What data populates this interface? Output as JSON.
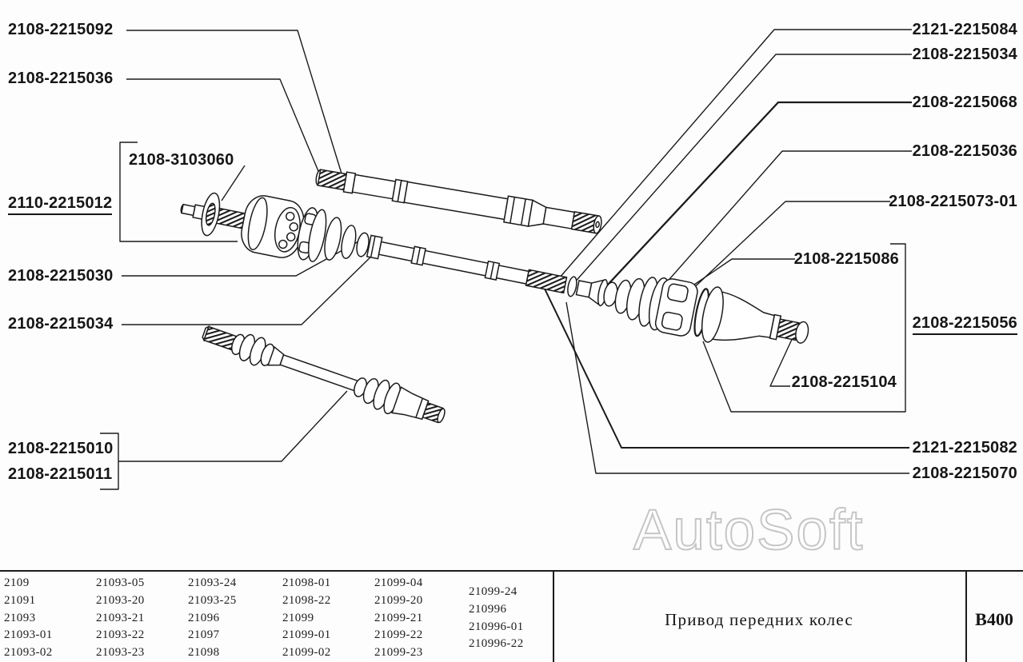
{
  "watermark": "AutoSoft",
  "callouts": {
    "left": [
      {
        "text": "2108-2215092"
      },
      {
        "text": "2108-2215036"
      },
      {
        "text": "2108-3103060"
      },
      {
        "text": "2110-2215012",
        "underline": true
      },
      {
        "text": "2108-2215030"
      },
      {
        "text": "2108-2215034"
      },
      {
        "text": "2108-2215010"
      },
      {
        "text": "2108-2215011"
      }
    ],
    "right": [
      {
        "text": "2121-2215084"
      },
      {
        "text": "2108-2215034"
      },
      {
        "text": "2108-2215068"
      },
      {
        "text": "2108-2215036"
      },
      {
        "text": "2108-2215073-01"
      },
      {
        "text": "2108-2215086"
      },
      {
        "text": "2108-2215056",
        "underline": true
      },
      {
        "text": "2108-2215104"
      },
      {
        "text": "2121-2215082"
      },
      {
        "text": "2108-2215070"
      }
    ]
  },
  "applicability": {
    "columns": [
      [
        "2109",
        "21091",
        "21093",
        "21093-01",
        "21093-02"
      ],
      [
        "21093-05",
        "21093-20",
        "21093-21",
        "21093-22",
        "21093-23"
      ],
      [
        "21093-24",
        "21093-25",
        "21096",
        "21097",
        "21098"
      ],
      [
        "21098-01",
        "21098-22",
        "21099",
        "21099-01",
        "21099-02"
      ],
      [
        "21099-04",
        "21099-20",
        "21099-21",
        "21099-22",
        "21099-23"
      ],
      [
        "21099-24",
        "210996",
        "210996-01",
        "210996-22"
      ]
    ]
  },
  "footer": {
    "title": "Привод передних колес",
    "code": "В400"
  },
  "colors": {
    "line": "#1b1b1b",
    "watermark_outline": "#c6c6c6"
  }
}
